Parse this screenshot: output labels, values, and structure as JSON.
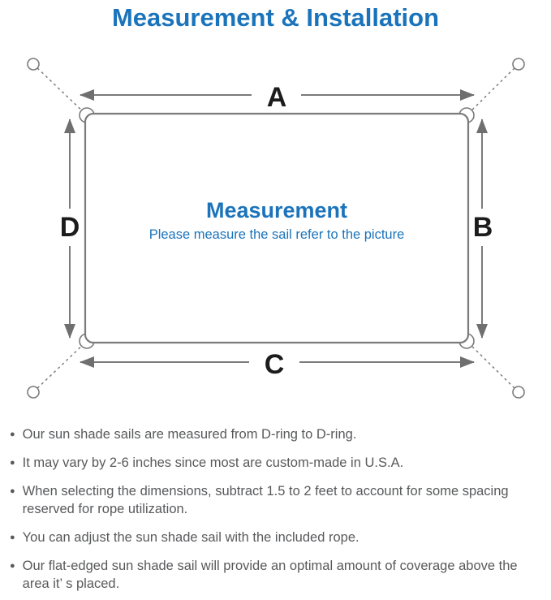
{
  "title": "Measurement & Installation",
  "colors": {
    "accent_blue": "#1b74bb",
    "text_gray": "#58595b",
    "line_gray": "#7b7b7b",
    "label_black": "#1c1c1c"
  },
  "diagram": {
    "center_heading": "Measurement",
    "center_subtitle": "Please measure the sail refer to the picture",
    "dimension_labels": {
      "top": "A",
      "right": "B",
      "bottom": "C",
      "left": "D"
    }
  },
  "notes": {
    "bullet_glyph": "●",
    "items": [
      "Our sun shade sails are measured from D-ring to D-ring.",
      "It may vary by 2-6 inches since most are custom-made in U.S.A.",
      "When selecting the dimensions, subtract 1.5 to 2 feet to account for some spacing reserved for rope utilization.",
      "You can adjust the sun shade sail with the included rope.",
      "Our flat-edged sun shade sail will provide an optimal amount of coverage above the area it’ s placed."
    ]
  }
}
